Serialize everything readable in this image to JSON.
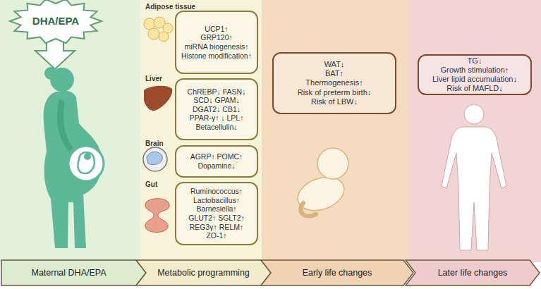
{
  "diagram": {
    "nodes": [
      {
        "text": [
          "DHA/EPA"
        ]
      },
      {
        "text": [
          "UCP1↑",
          "GRP120↑",
          "miRNA biogenesis↑",
          "Histone modification↑"
        ]
      },
      {
        "text": [
          "ChREBP↓ FASN↓",
          "SCD↓ GPAM↓",
          "DGAT2↓ CB1↓",
          "PPAR-γ↑ ↓ LPL↑",
          "Betacellulin↓"
        ]
      },
      {
        "text": [
          "AGRP↑ POMC↑",
          "Dopamine↓"
        ]
      },
      {
        "text": [
          "Ruminococcus↑",
          "Lactobacillus↑",
          "Barnesiella↑",
          "GLUT2↑ SGLT2↑",
          "REG3γ↑ RELM↑",
          "ZO-1↑"
        ]
      },
      {
        "text": [
          "WAT↓",
          "BAT↑",
          "Thermogenesis↑",
          "Risk of preterm birth↓",
          "Risk of LBW↓"
        ]
      },
      {
        "text": [
          "TG↓",
          "Growth stimulation↑",
          "Liver lipid accumulation↓",
          "Risk of MAFLD↓"
        ]
      },
      {
        "text": [
          "Maternal DHA/EPA"
        ]
      },
      {
        "text": [
          "Metabolic programming"
        ]
      },
      {
        "text": [
          "Early life changes"
        ]
      },
      {
        "text": [
          "Later life changes"
        ]
      }
    ],
    "labels": [
      "Adipose tissue",
      "Liver",
      "Brain",
      "Gut"
    ]
  }
}
